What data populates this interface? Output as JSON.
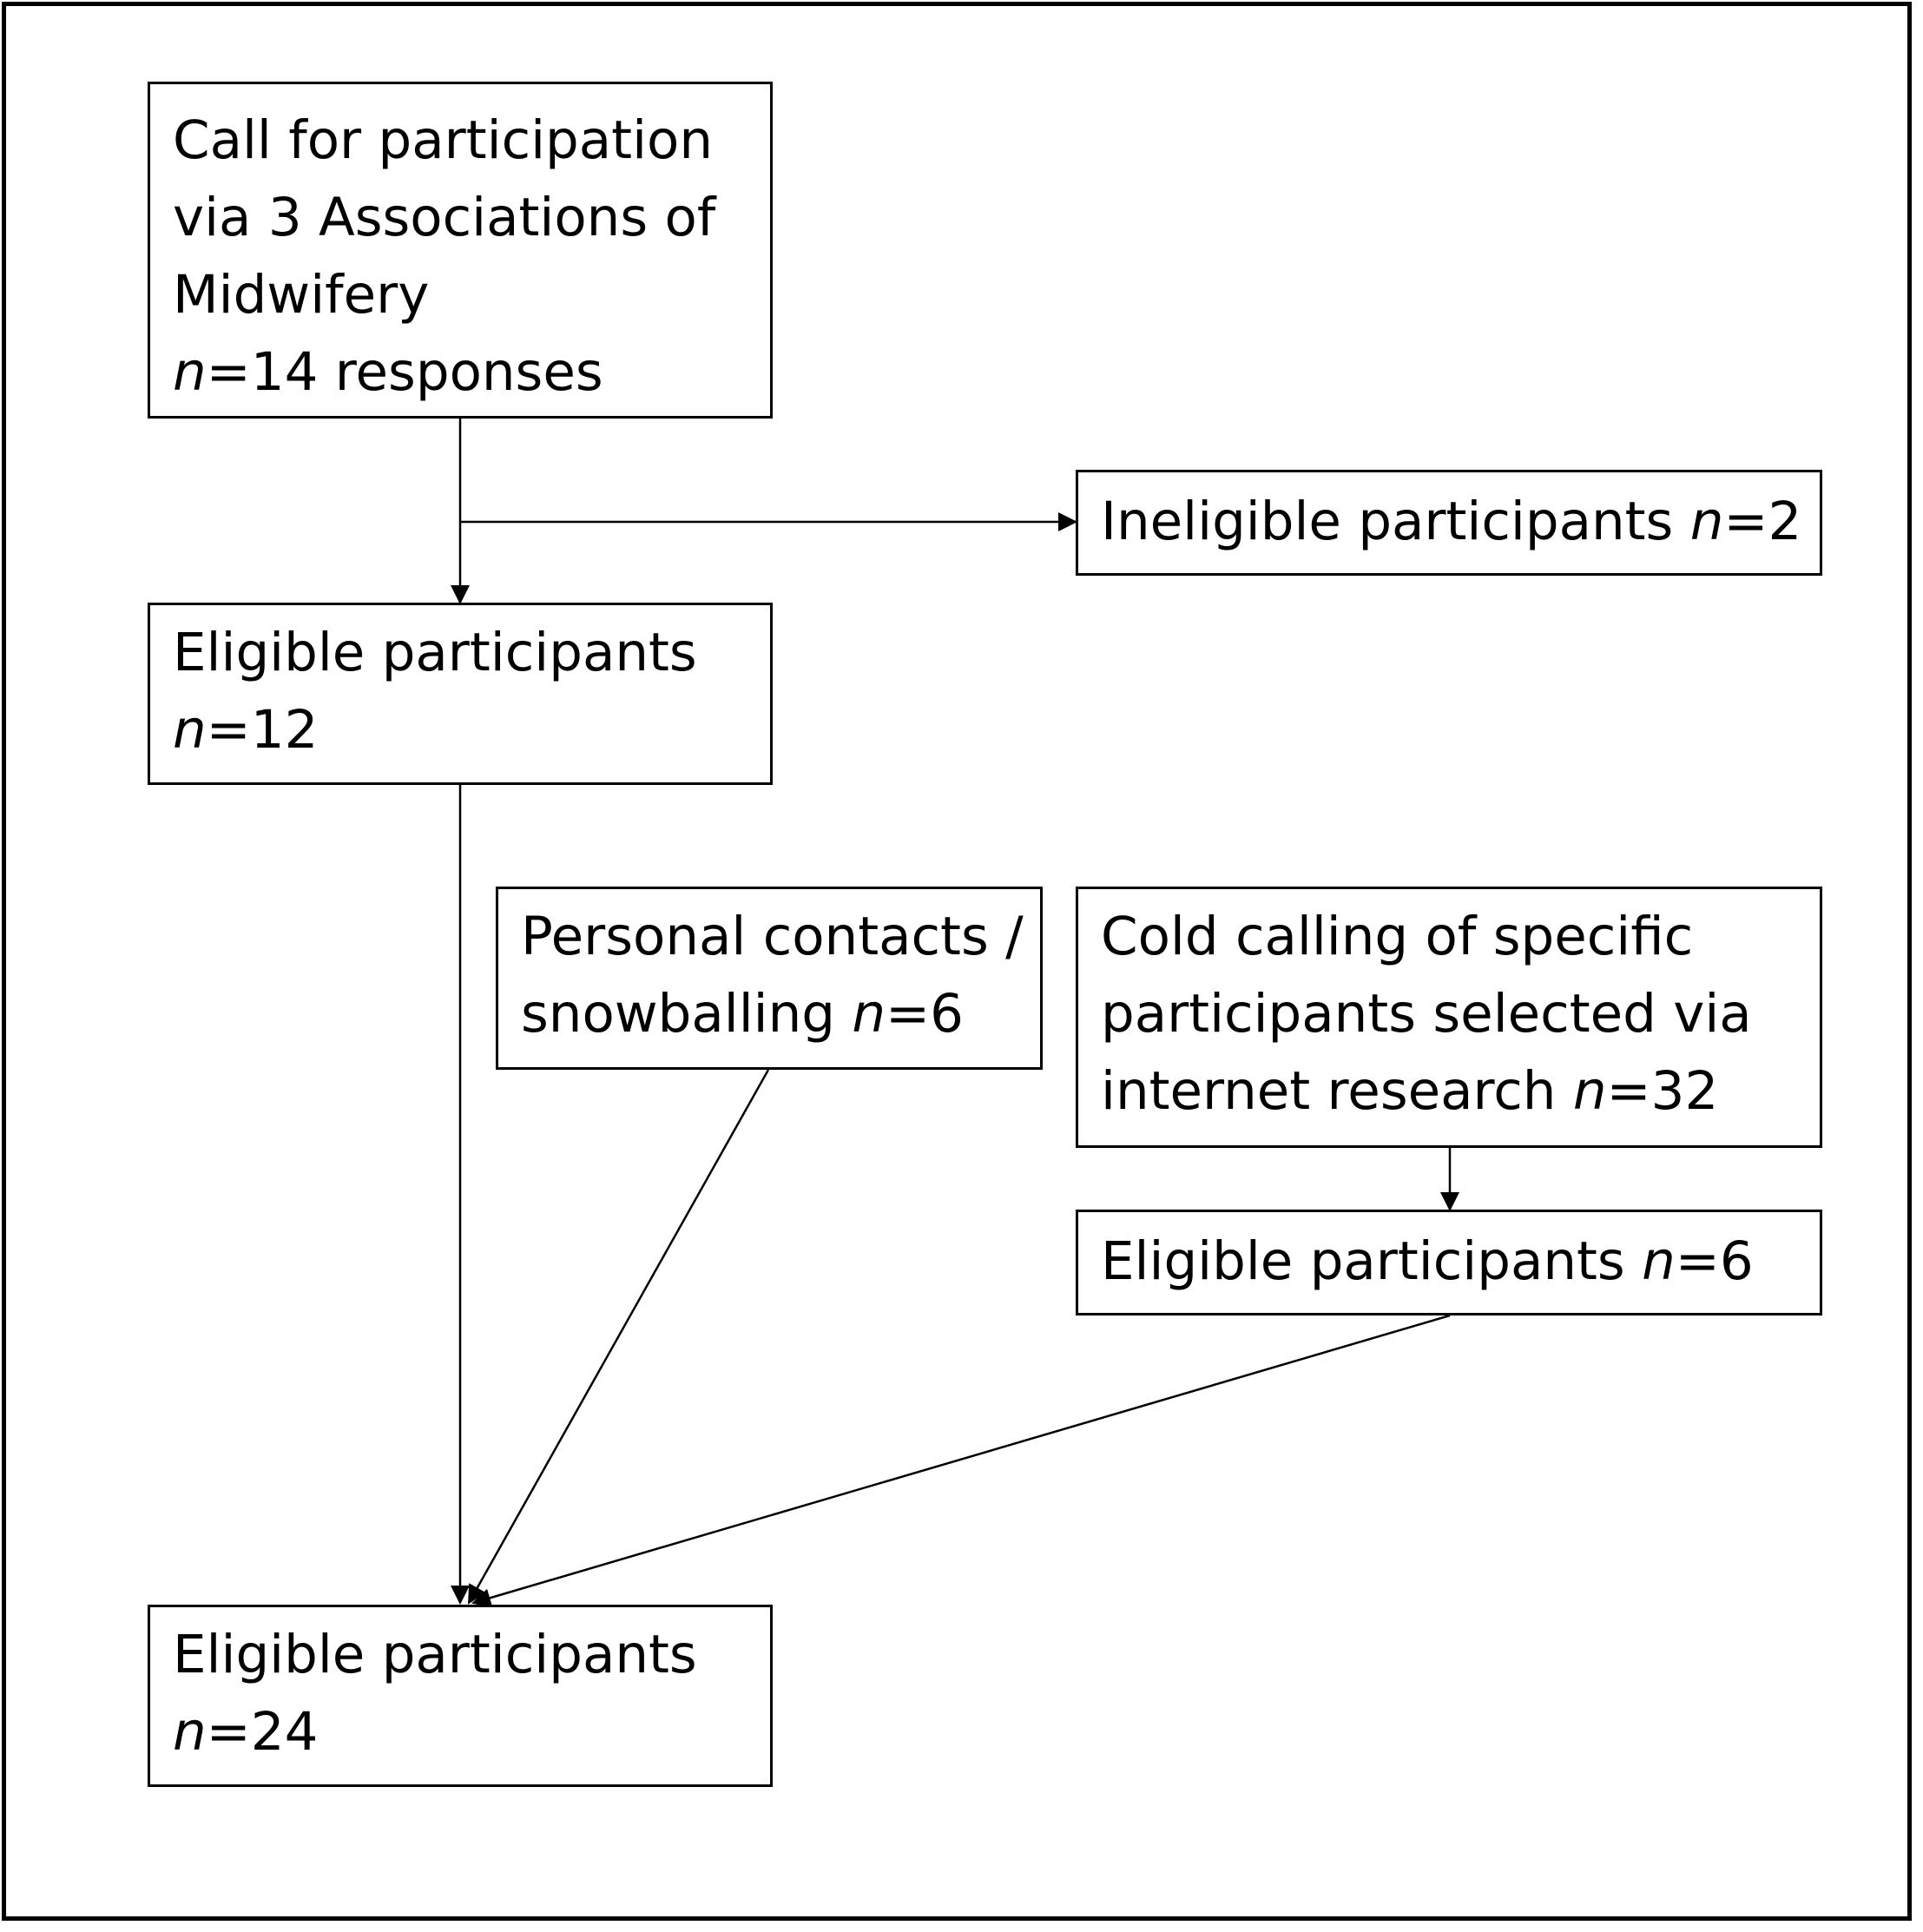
{
  "colors": {
    "line": "#000000",
    "background": "#ffffff"
  },
  "boxes": {
    "call": {
      "lines": [
        "Call for participation",
        "via 3 Associations of",
        "Midwifery"
      ],
      "n_label": "n",
      "n_value": "=14 responses"
    },
    "ineligible": {
      "text": "Ineligible participants ",
      "n_label": "n",
      "n_value": "=2"
    },
    "eligible1": {
      "text": "Eligible participants",
      "n_label": "n",
      "n_value": "=12"
    },
    "personal": {
      "line1": "Personal contacts /",
      "text": "snowballing ",
      "n_label": "n",
      "n_value": "=6"
    },
    "cold": {
      "line1": "Cold calling of specific",
      "line2": "participants selected via",
      "text": "internet research ",
      "n_label": "n",
      "n_value": "=32"
    },
    "eligible2": {
      "text": "Eligible participants ",
      "n_label": "n",
      "n_value": "=6"
    },
    "eligible_total": {
      "text": "Eligible participants",
      "n_label": "n",
      "n_value": "=24"
    }
  }
}
